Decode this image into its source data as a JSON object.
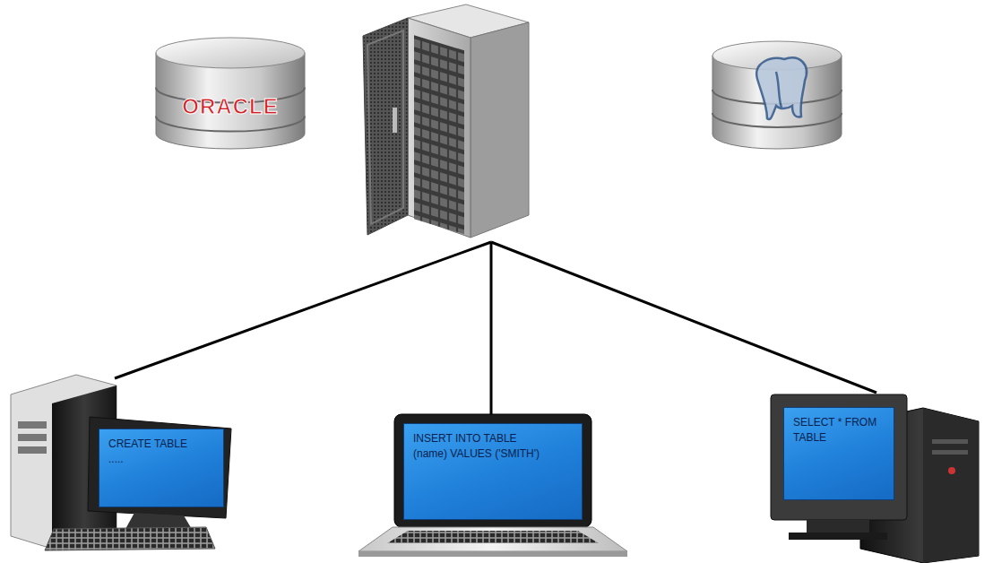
{
  "diagram": {
    "nodes": [
      {
        "text": [
          "ORACLE"
        ]
      },
      {
        "text": [
          "CREATE TABLE",
          "....."
        ]
      },
      {
        "text": [
          "INSERT INTO TABLE (name) VALUES ('SMITH')"
        ]
      },
      {
        "text": [
          "SELECT * FROM TABLE"
        ]
      }
    ]
  }
}
